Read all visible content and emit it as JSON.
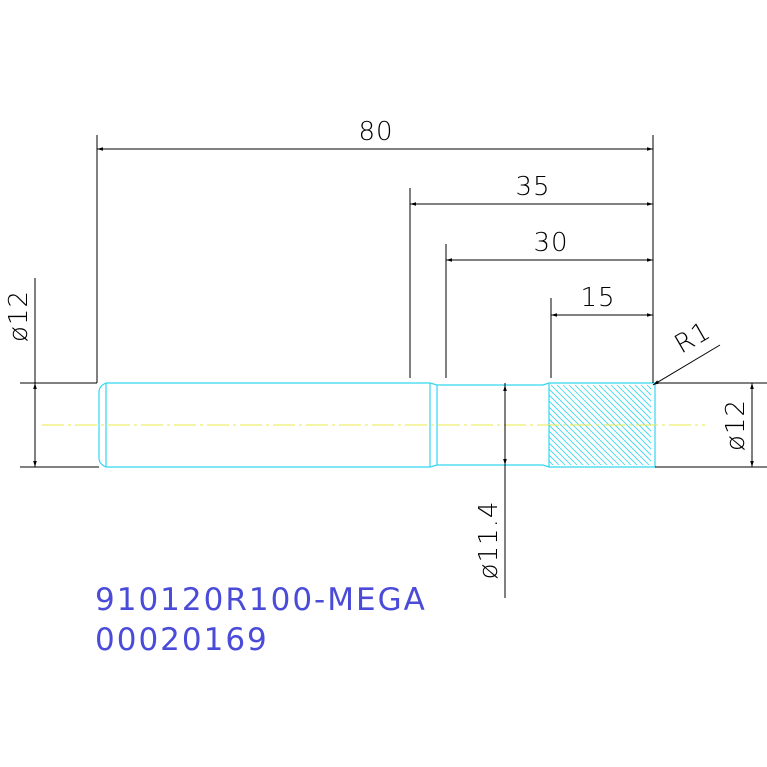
{
  "colors": {
    "background": "#ffffff",
    "dimension": "#000000",
    "part_outline": "#33d6f0",
    "hatch": "#33d6f0",
    "centerline": "#e8e84a",
    "label_text": "#4b4bd9"
  },
  "dimensions": {
    "overall_length": "80",
    "length_35": "35",
    "length_30": "30",
    "length_15": "15",
    "left_diameter": "ø12",
    "right_diameter": "ø12",
    "neck_diameter": "ø11.4",
    "edge_radius": "R1"
  },
  "labels": {
    "part_number": "910120R100-MEGA",
    "serial_number": "00020169"
  }
}
